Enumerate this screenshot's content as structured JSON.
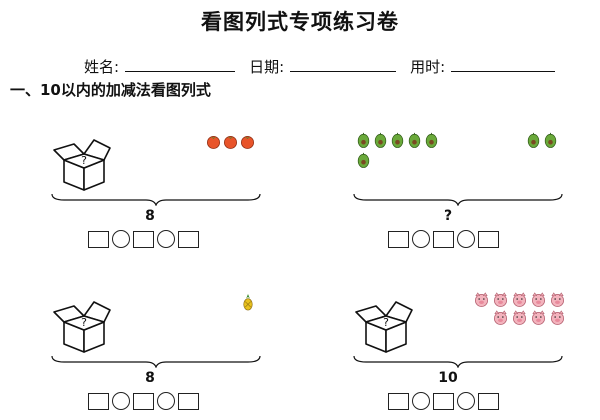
{
  "title": "看图列式专项练习卷",
  "info": {
    "name_label": "姓名:",
    "date_label": "日期:",
    "time_label": "用时:"
  },
  "section_heading": "一、10以内的加减法看图列式",
  "problems": [
    {
      "total": "8",
      "fruit": "tomato",
      "count_shown": 3,
      "has_box": true
    },
    {
      "total": "?",
      "fruit": "avocado",
      "count_shown": 8,
      "has_box": false
    },
    {
      "total": "8",
      "fruit": "pineapple",
      "count_shown": 1,
      "has_box": true
    },
    {
      "total": "10",
      "fruit": "pig",
      "count_shown": 9,
      "has_box": true
    }
  ],
  "colors": {
    "tomato": "#e8542a",
    "avocado": "#6aa93a",
    "pineapple": "#e8c21e",
    "pig": "#f3b3bd"
  }
}
